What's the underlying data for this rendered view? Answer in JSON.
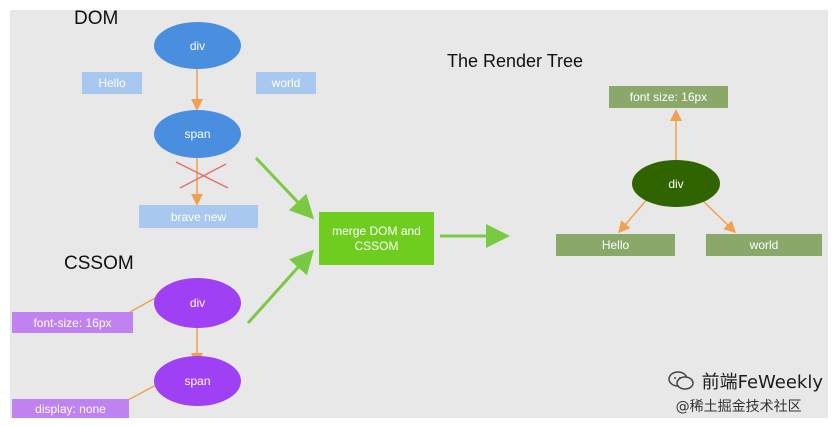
{
  "dom": {
    "title": "DOM",
    "div": "div",
    "span": "span",
    "hello": "Hello",
    "world": "world",
    "brave_new": "brave new"
  },
  "cssom": {
    "title": "CSSOM",
    "div": "div",
    "span": "span",
    "font_size": "font-size: 16px",
    "display": "display: none"
  },
  "merge": {
    "label": "merge DOM and CSSOM"
  },
  "render_tree": {
    "title": "The Render Tree",
    "font_size": "font size: 16px",
    "div": "div",
    "hello": "Hello",
    "world": "world"
  },
  "watermark": {
    "line1": "前端FeWeekly",
    "line2": "@稀土掘金技术社区",
    "icon": "wechat-icon"
  },
  "colors": {
    "dom_node": "#4a8ee0",
    "cssom_node": "#a040f5",
    "render_node": "#2f6400",
    "merge_box": "#6fcd1f",
    "arrow_orange": "#f0a050",
    "arrow_green": "#7ac943"
  }
}
